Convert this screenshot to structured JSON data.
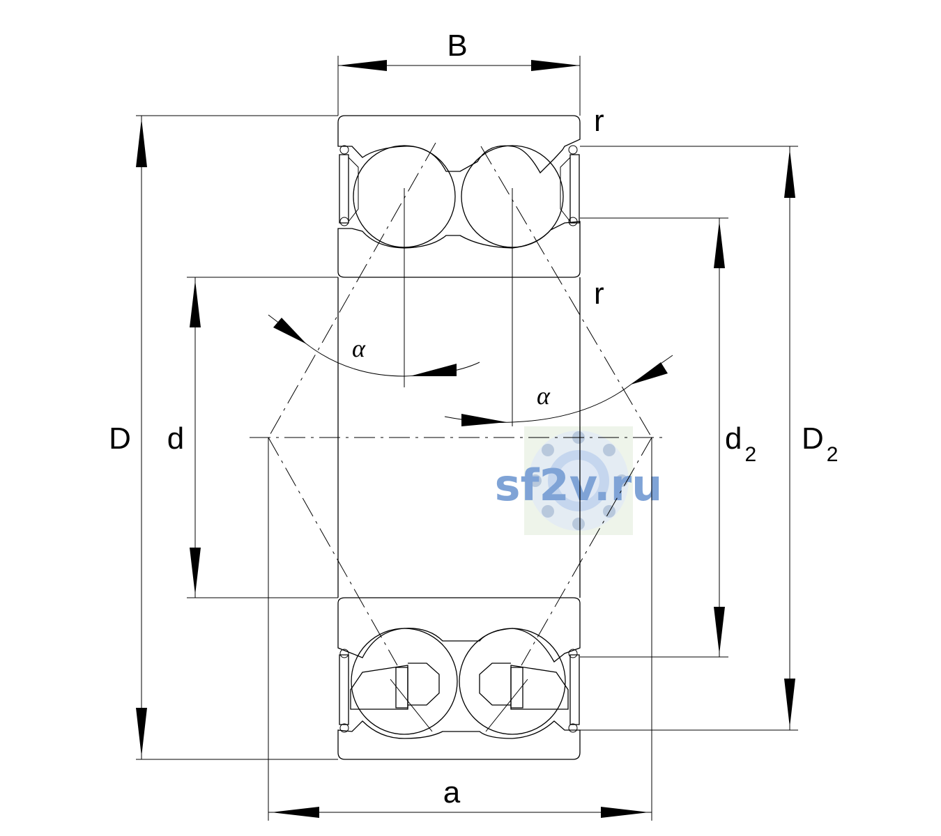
{
  "labels": {
    "width": "B",
    "outer_diameter": "D",
    "bore_diameter": "d",
    "d2_main": "d",
    "d2_sub": "2",
    "D2_main": "D",
    "D2_sub": "2",
    "spread": "a",
    "radius_top": "r",
    "radius_mid": "r",
    "contact_angle_left": "α",
    "contact_angle_right": "α"
  },
  "watermark": {
    "text": "sf2v.ru",
    "color": "#7fa3d6"
  }
}
